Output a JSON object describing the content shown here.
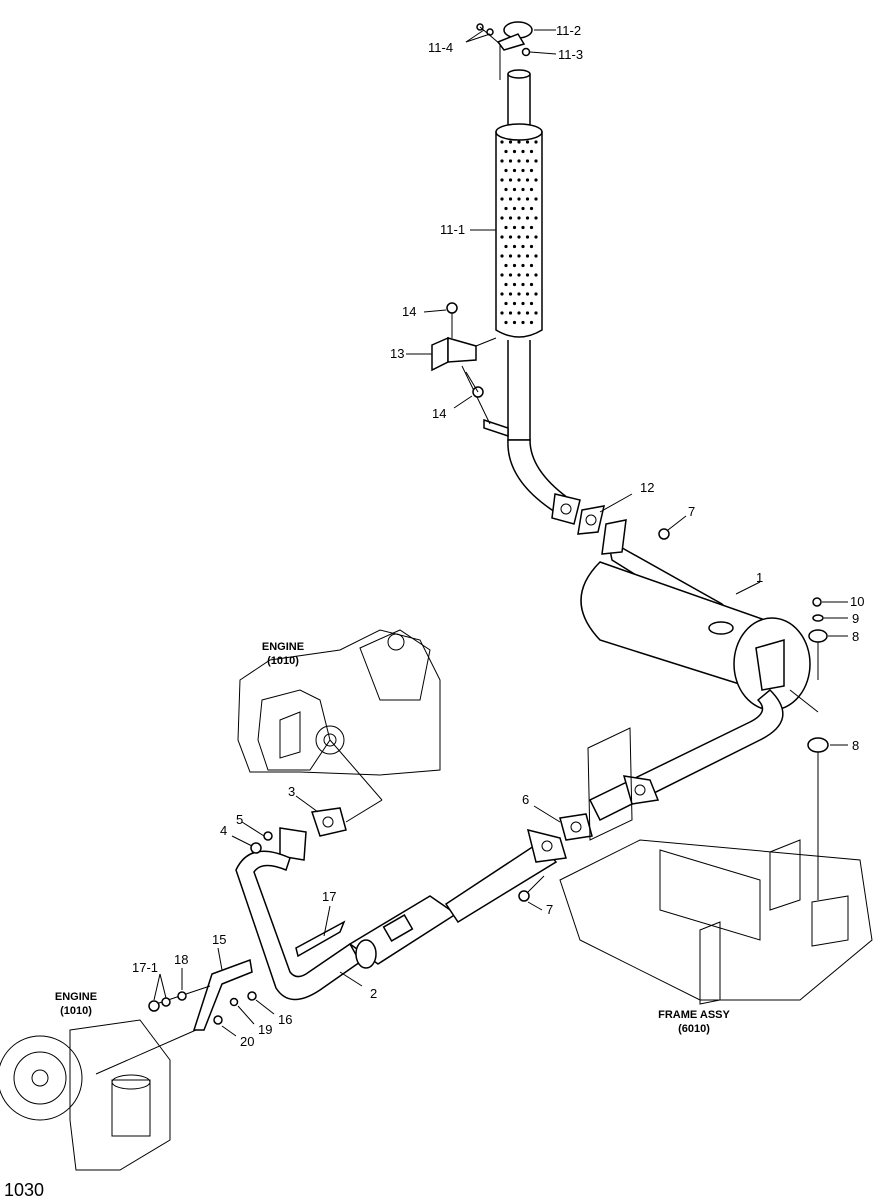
{
  "page_number": "1030",
  "callouts": {
    "c1": "1",
    "c2": "2",
    "c3": "3",
    "c4": "4",
    "c5": "5",
    "c6": "6",
    "c7a": "7",
    "c7b": "7",
    "c8a": "8",
    "c8b": "8",
    "c9": "9",
    "c10": "10",
    "c11_1": "11-1",
    "c11_2": "11-2",
    "c11_3": "11-3",
    "c11_4": "11-4",
    "c12": "12",
    "c13": "13",
    "c14a": "14",
    "c14b": "14",
    "c15": "15",
    "c16": "16",
    "c17": "17",
    "c17_1": "17-1",
    "c18": "18",
    "c19": "19",
    "c20": "20"
  },
  "references": {
    "engine_top": {
      "name": "ENGINE",
      "code": "(1010)"
    },
    "engine_bottom": {
      "name": "ENGINE",
      "code": "(1010)"
    },
    "frame": {
      "name": "FRAME ASSY",
      "code": "(6010)"
    }
  }
}
